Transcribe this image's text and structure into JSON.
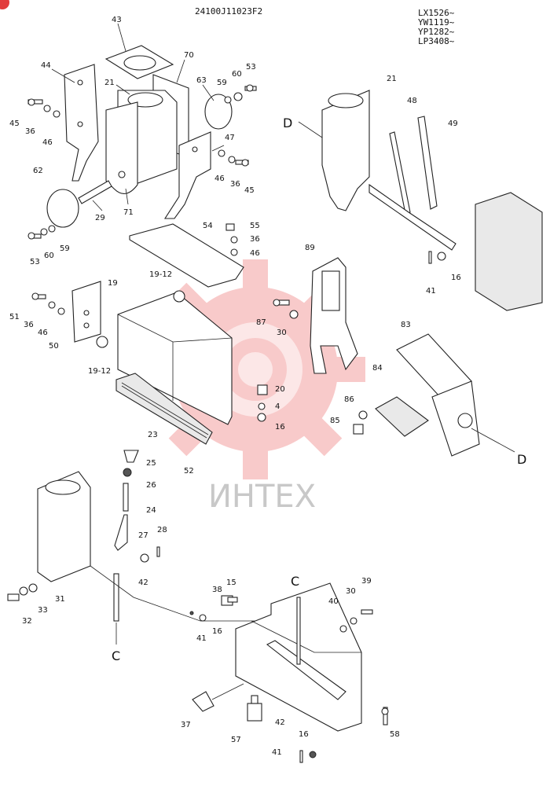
{
  "drawing_number": "24100J11023F2",
  "serial_codes": [
    "LX1526~",
    "YW1119~",
    "YP1282~",
    "LP3408~"
  ],
  "watermark_text": "ИНТЕХ",
  "view_markers": [
    "D",
    "D",
    "C",
    "C"
  ],
  "colors": {
    "ink": "#222222",
    "watermark": "#f06a6a",
    "badge": "#e23b3b"
  },
  "callouts": [
    "43",
    "70",
    "44",
    "53",
    "60",
    "21",
    "63",
    "59",
    "45",
    "36",
    "46",
    "47",
    "62",
    "46",
    "36",
    "45",
    "29",
    "71",
    "55",
    "54",
    "36",
    "46",
    "53",
    "60",
    "59",
    "19-12",
    "19",
    "51",
    "36",
    "46",
    "50",
    "19-12",
    "20",
    "4",
    "16",
    "52",
    "23",
    "25",
    "26",
    "24",
    "28",
    "27",
    "42",
    "31",
    "33",
    "32",
    "38",
    "15",
    "41",
    "16",
    "40",
    "30",
    "39",
    "37",
    "42",
    "57",
    "16",
    "41",
    "58",
    "87",
    "30",
    "89",
    "83",
    "84",
    "86",
    "85",
    "21",
    "48",
    "49",
    "41",
    "16"
  ]
}
